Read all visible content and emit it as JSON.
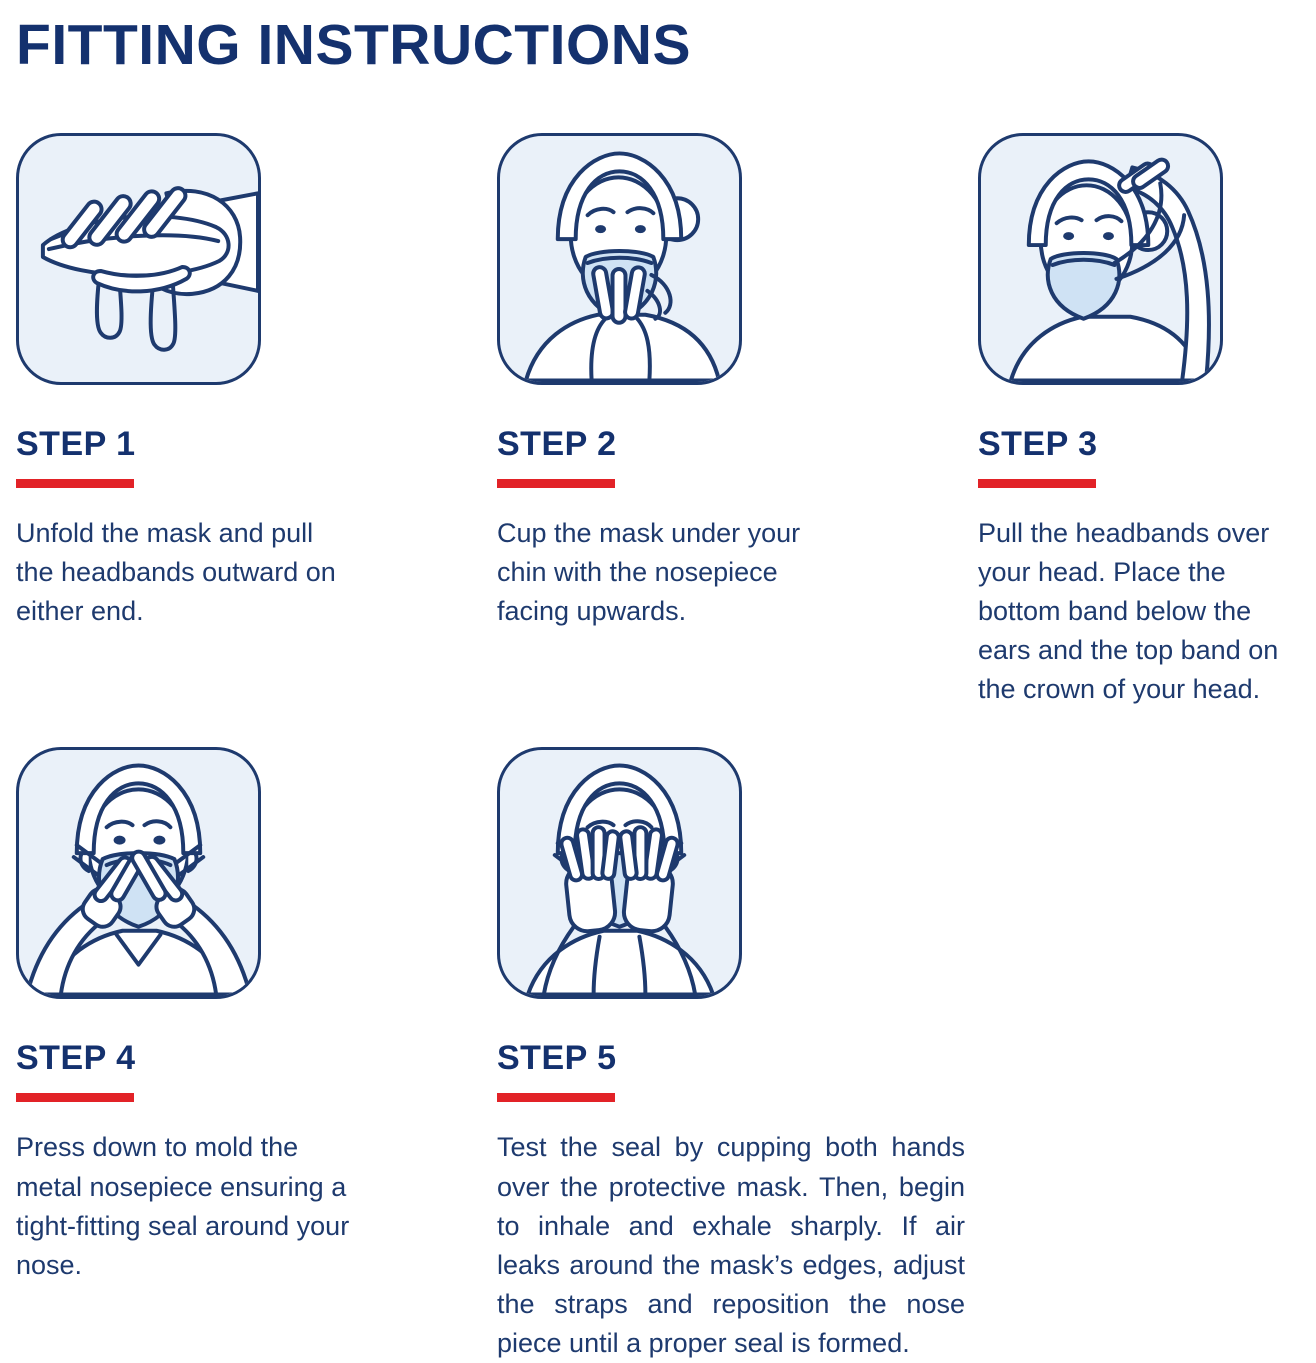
{
  "page": {
    "title": "FITTING INSTRUCTIONS"
  },
  "colors": {
    "heading_navy": "#14316e",
    "text_navy": "#1e3a6e",
    "accent_red": "#e22227",
    "panel_blue": "#eaf1f9",
    "mask_blue": "#cfe2f4",
    "background": "#ffffff"
  },
  "steps": [
    {
      "label": "STEP 1",
      "description": "Unfold the mask and pull the headbands outward on either end.",
      "illustration": "hand-holding-unfolded-mask-icon"
    },
    {
      "label": "STEP 2",
      "description": "Cup the mask under your chin with the nosepiece facing upwards.",
      "illustration": "cup-mask-under-chin-icon"
    },
    {
      "label": "STEP 3",
      "description": "Pull the headbands over your head. Place the bottom band below the ears and the top band on the crown of your head.",
      "illustration": "pull-headbands-over-head-icon"
    },
    {
      "label": "STEP 4",
      "description": "Press down to mold the metal nosepiece ensuring a tight-fitting seal around your nose.",
      "illustration": "mold-metal-nosepiece-icon"
    },
    {
      "label": "STEP 5",
      "description": "Test the seal by cupping both hands over the protective mask. Then, begin to inhale and exhale sharply. If air leaks around the mask’s edges, adjust the straps and reposition the nose piece until a proper seal is formed.",
      "illustration": "test-seal-cupping-hands-icon"
    }
  ]
}
